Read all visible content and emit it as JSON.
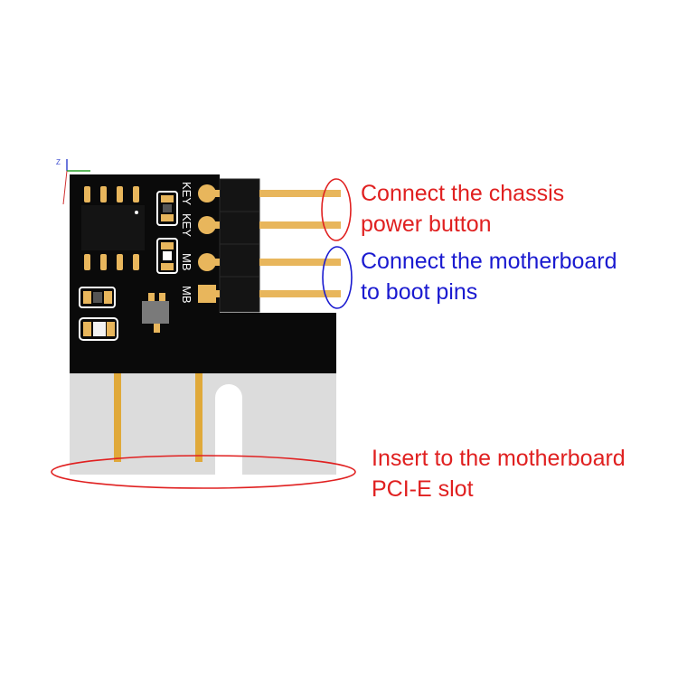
{
  "annotations": {
    "chassis_power": {
      "line1": "Connect the chassis",
      "line2": "power button",
      "color": "#e02020"
    },
    "motherboard_boot": {
      "line1": "Connect the motherboard",
      "line2": "to boot pins",
      "color": "#1a1ad0"
    },
    "pcie_insert": {
      "line1": "Insert to the motherboard",
      "line2": "PCI-E slot",
      "color": "#e02020"
    }
  },
  "board": {
    "silkscreen": [
      "KEY",
      "KEY",
      "MB",
      "MB"
    ],
    "pcb_color": "#0a0a0a",
    "pin_color": "#e8b65c",
    "edge_color": "#d8d8d8"
  },
  "axes_marker": {
    "label": "Z"
  }
}
